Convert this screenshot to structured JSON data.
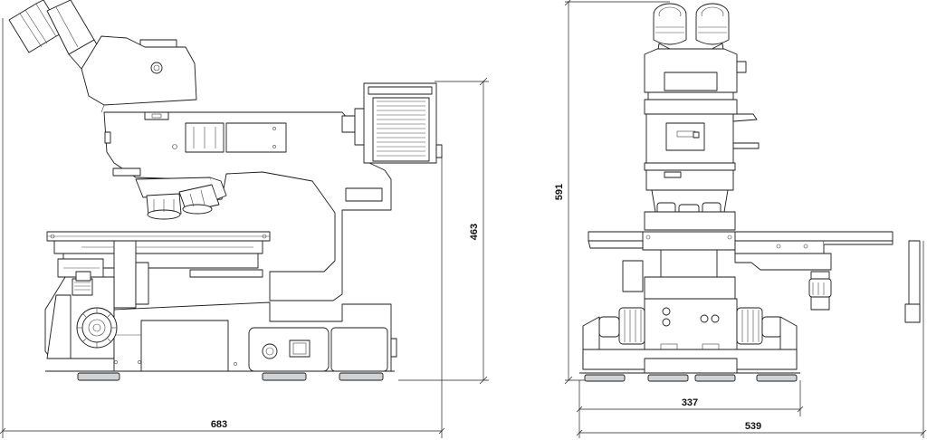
{
  "dimensions": {
    "side_width": "683",
    "side_height": "463",
    "front_height": "591",
    "front_base_width": "337",
    "front_total_width": "539"
  },
  "colors": {
    "line": "#1a1a1a",
    "foot": "#cfd3d6",
    "background": "#ffffff"
  }
}
